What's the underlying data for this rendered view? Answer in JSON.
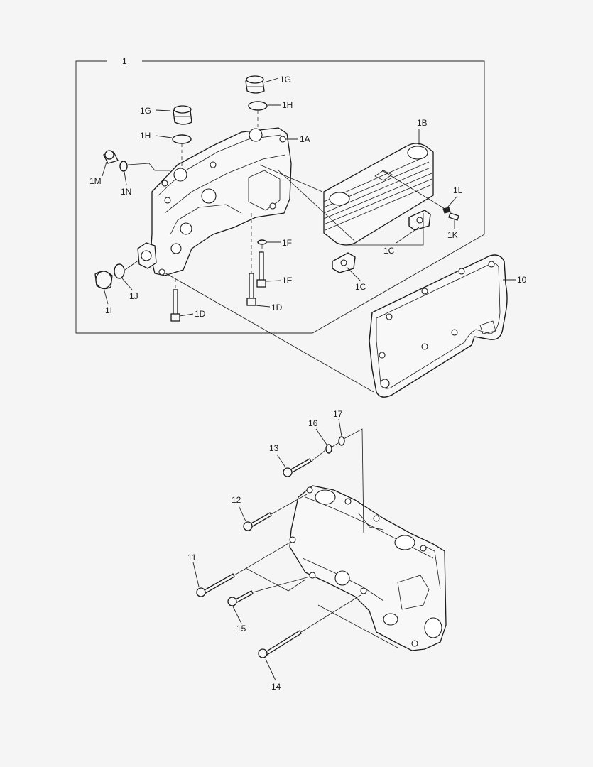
{
  "diagram": {
    "assembly_label": "1",
    "callouts": {
      "1G_upper": "1G",
      "1H_upper": "1H",
      "1G_lower": "1G",
      "1H_lower": "1H",
      "1A": "1A",
      "1B": "1B",
      "1M": "1M",
      "1N": "1N",
      "1L": "1L",
      "1K": "1K",
      "1C_upper": "1C",
      "1C_lower": "1C",
      "1F": "1F",
      "1E": "1E",
      "1D_right": "1D",
      "1D_left": "1D",
      "1I": "1I",
      "1J": "1J",
      "10": "10",
      "17": "17",
      "16": "16",
      "13": "13",
      "12": "12",
      "11": "11",
      "15": "15",
      "14": "14"
    }
  }
}
